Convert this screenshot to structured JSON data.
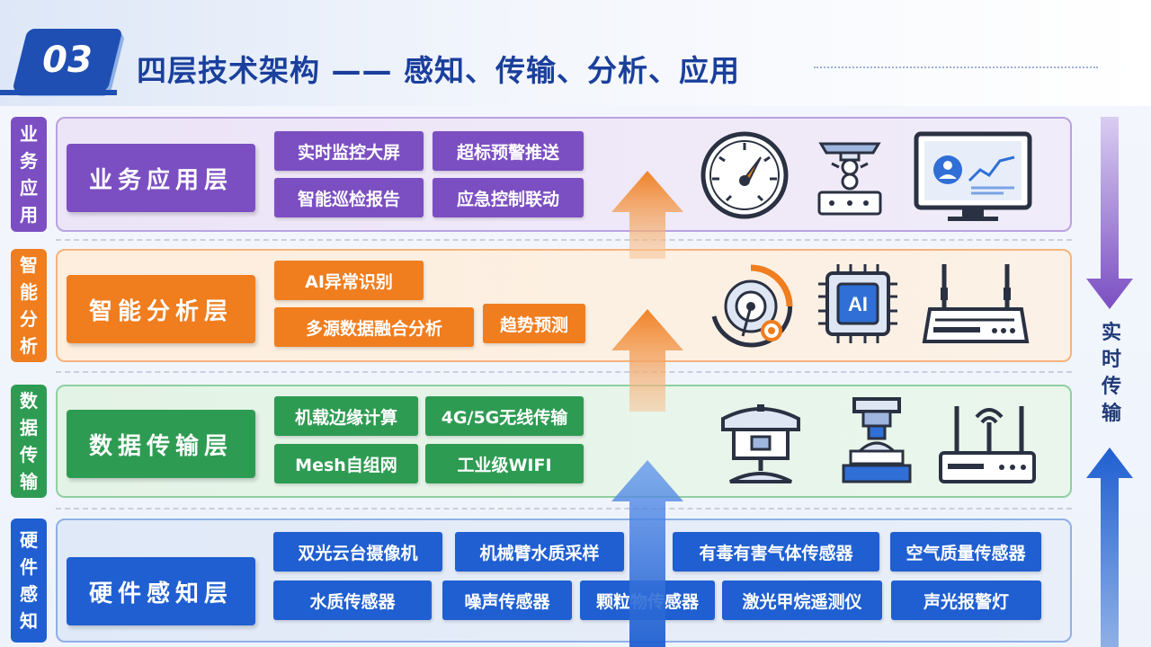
{
  "header": {
    "number": "03",
    "title": "四层技术架构 —— 感知、传输、分析、应用"
  },
  "right_arrow_label": [
    "实",
    "时",
    "传",
    "输"
  ],
  "layers": {
    "application": {
      "tab": [
        "业",
        "务",
        "应",
        "用"
      ],
      "label": "业务应用层",
      "color": "#7b4fc2",
      "items": [
        "实时监控大屏",
        "超标预警推送",
        "智能巡检报告",
        "应急控制联动"
      ],
      "icons": [
        "gauge-icon",
        "robot-station-icon",
        "monitor-dashboard-icon"
      ]
    },
    "analysis": {
      "tab": [
        "智",
        "能",
        "分",
        "析"
      ],
      "label": "智能分析层",
      "color": "#f07d1e",
      "items": [
        "AI异常识别",
        "多源数据融合分析",
        "趋势预测"
      ],
      "icons": [
        "radar-analysis-icon",
        "ai-chip-icon",
        "router-icon"
      ],
      "chip_text": "AI"
    },
    "transmission": {
      "tab": [
        "数",
        "据",
        "传",
        "输"
      ],
      "label": "数据传输层",
      "color": "#2e9b52",
      "items": [
        "机载边缘计算",
        "4G/5G无线传输",
        "Mesh自组网",
        "工业级WIFI"
      ],
      "icons": [
        "camera-device-icon",
        "edge-module-icon",
        "wifi-router-icon"
      ]
    },
    "hardware": {
      "tab": [
        "硬",
        "件",
        "感",
        "知"
      ],
      "label": "硬件感知层",
      "color": "#1f5fd1",
      "items": [
        "双光云台摄像机",
        "机械臂水质采样",
        "有毒有害气体传感器",
        "空气质量传感器",
        "水质传感器",
        "噪声传感器",
        "颗粒物传感器",
        "激光甲烷遥测仪",
        "声光报警灯"
      ]
    }
  },
  "colors": {
    "header_blue": "#1f4fb3",
    "title_blue": "#1a3f9c"
  }
}
